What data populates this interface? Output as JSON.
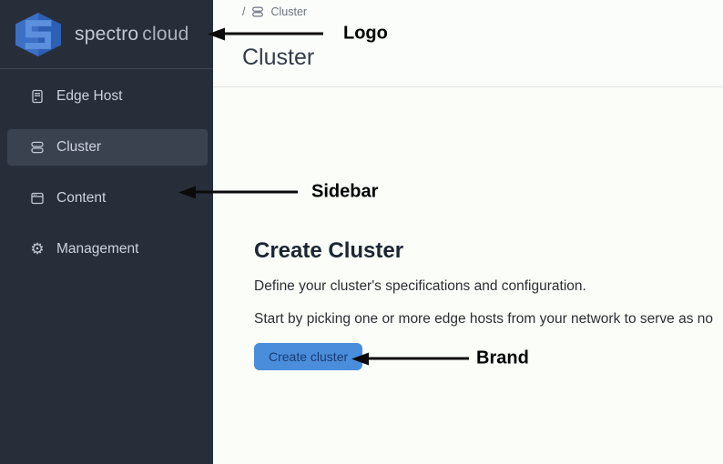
{
  "brand": {
    "name_primary": "spectro",
    "name_secondary": "cloud"
  },
  "sidebar": {
    "items": [
      {
        "label": "Edge Host",
        "icon": "edge-host-icon",
        "active": false
      },
      {
        "label": "Cluster",
        "icon": "cluster-icon",
        "active": true
      },
      {
        "label": "Content",
        "icon": "content-icon",
        "active": false
      },
      {
        "label": "Management",
        "icon": "gear-icon",
        "active": false
      }
    ]
  },
  "header": {
    "breadcrumb": {
      "separator": "/",
      "current": "Cluster"
    },
    "page_title": "Cluster"
  },
  "content": {
    "heading": "Create Cluster",
    "description_line1": "Define your cluster's specifications and configuration.",
    "description_line2": "Start by picking one or more edge hosts from your network to serve as no",
    "create_button_label": "Create cluster"
  },
  "annotations": [
    {
      "label": "Logo"
    },
    {
      "label": "Sidebar"
    },
    {
      "label": "Brand"
    }
  ],
  "colors": {
    "sidebar_bg": "#272e3a",
    "sidebar_active_bg": "#3a4250",
    "sidebar_text": "#ccd2db",
    "main_bg": "#fafdf8",
    "button_bg": "#4a8edb",
    "button_text": "#1b3a74",
    "logo_blue_dark": "#2d5fb5",
    "logo_blue_light": "#5c90de",
    "annotation_color": "#000000"
  }
}
